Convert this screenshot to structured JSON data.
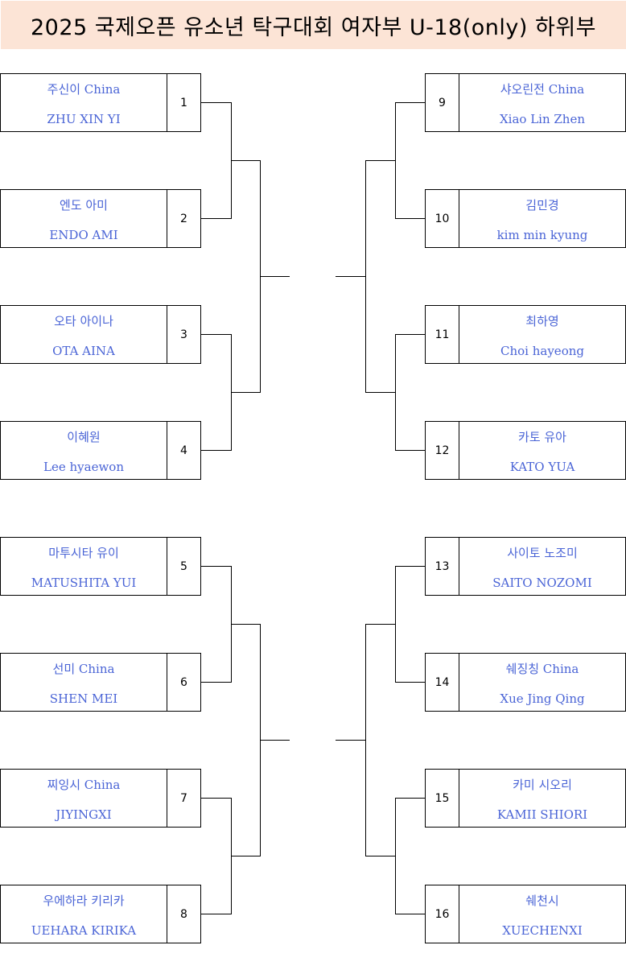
{
  "title": "2025 국제오픈 유소년 탁구대회 여자부 U-18(only) 하위부",
  "players": [
    {
      "seed": "1",
      "name_kr": "주신이 China",
      "name_en": "ZHU XIN YI"
    },
    {
      "seed": "2",
      "name_kr": "엔도 아미",
      "name_en": "ENDO AMI"
    },
    {
      "seed": "3",
      "name_kr": "오타 아이나",
      "name_en": "OTA AINA"
    },
    {
      "seed": "4",
      "name_kr": "이혜원",
      "name_en": "Lee hyaewon"
    },
    {
      "seed": "5",
      "name_kr": "마투시타 유이",
      "name_en": "MATUSHITA YUI"
    },
    {
      "seed": "6",
      "name_kr": "선미 China",
      "name_en": "SHEN MEI"
    },
    {
      "seed": "7",
      "name_kr": "찌잉시 China",
      "name_en": "JIYINGXI"
    },
    {
      "seed": "8",
      "name_kr": "우에하라 키리카",
      "name_en": "UEHARA KIRIKA"
    },
    {
      "seed": "9",
      "name_kr": "샤오린전 China",
      "name_en": "Xiao Lin Zhen"
    },
    {
      "seed": "10",
      "name_kr": "김민경",
      "name_en": "kim min kyung"
    },
    {
      "seed": "11",
      "name_kr": "최하영",
      "name_en": "Choi hayeong"
    },
    {
      "seed": "12",
      "name_kr": "카토 유아",
      "name_en": "KATO YUA"
    },
    {
      "seed": "13",
      "name_kr": "사이토 노조미",
      "name_en": "SAITO NOZOMI"
    },
    {
      "seed": "14",
      "name_kr": "쉐징칭 China",
      "name_en": "Xue Jing Qing"
    },
    {
      "seed": "15",
      "name_kr": "카미 시오리",
      "name_en": "KAMII SHIORI"
    },
    {
      "seed": "16",
      "name_kr": "쉐천시",
      "name_en": "XUECHENXI"
    }
  ]
}
